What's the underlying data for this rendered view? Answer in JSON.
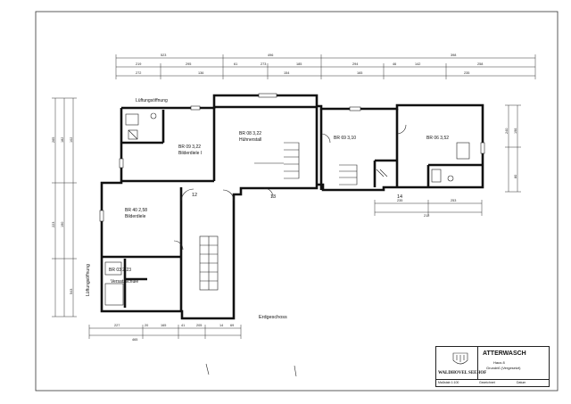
{
  "drawing": {
    "floor_label": "Erdgeschoss",
    "stair_numbers": [
      "12",
      "13",
      "14"
    ]
  },
  "rooms": [
    {
      "id": "r1",
      "code": "BR 09 3,22",
      "name": "Bilderdiele I"
    },
    {
      "id": "r2",
      "code": "BR 08 3,22",
      "name": "Hühnerstall"
    },
    {
      "id": "r3",
      "code": "BR 69 3,10",
      "name": ""
    },
    {
      "id": "r4",
      "code": "BR 06 3,52",
      "name": ""
    },
    {
      "id": "r5",
      "code": "BR 40 2,58",
      "name": "Bilderdiele"
    },
    {
      "id": "r6",
      "code": "BR 03 2,23",
      "name": "Versatzschule"
    }
  ],
  "side_labels": {
    "top_left": "Lüftungsöffnung",
    "left_vertical": "Lüftungsöffnung"
  },
  "dimensions": {
    "top_outer": [
      "523",
      "496",
      "398"
    ],
    "top_inner": [
      "219",
      "295",
      "61",
      "273",
      "185",
      "294",
      "46",
      "142",
      "258"
    ],
    "top_sub": [
      "272",
      "136",
      "154",
      "165",
      "235"
    ],
    "bottom": [
      "227",
      "20",
      "165",
      "41",
      "205",
      "14",
      "69"
    ],
    "bottom_total": "465",
    "right_small": [
      "235",
      "253",
      "212"
    ],
    "left_vertical": [
      "265",
      "182",
      "102",
      "223",
      "190",
      "543"
    ],
    "right_vertical": [
      "240",
      "196",
      "80"
    ]
  },
  "title_block": {
    "company": "WALDHOVEL SEEHOF",
    "project": "ATTERWASCH",
    "line1": "Haus 8",
    "line2": "Grundriß (Vergesetzt)",
    "footer_left": "Maßstab 1:100",
    "footer_mid": "Gezeichnet",
    "footer_right": "Datum"
  }
}
